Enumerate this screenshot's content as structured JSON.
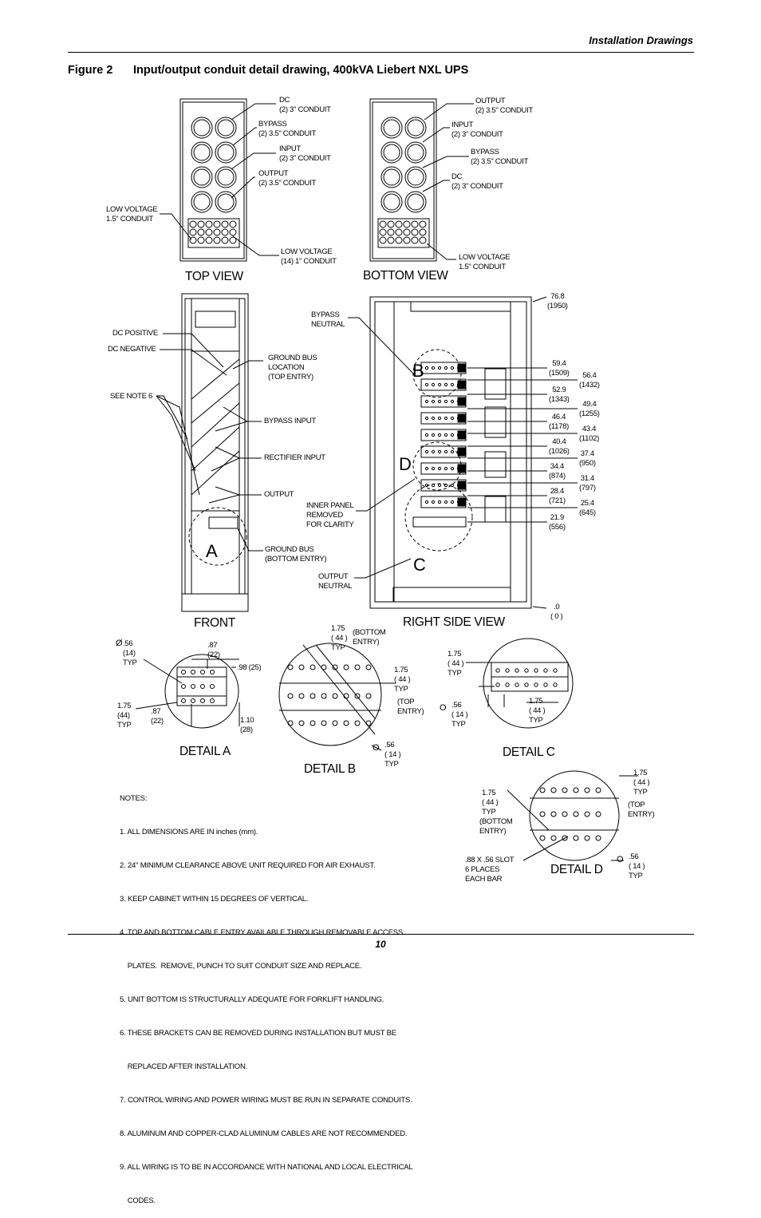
{
  "header": {
    "section": "Installation Drawings"
  },
  "figure": {
    "number": "Figure 2",
    "title": "Input/output conduit detail drawing, 400kVA Liebert NXL UPS"
  },
  "views": {
    "top": "TOP VIEW",
    "bottom": "BOTTOM VIEW",
    "front": "FRONT",
    "right": "RIGHT SIDE VIEW"
  },
  "detail_letters": {
    "a": "A",
    "b": "B",
    "c": "C",
    "d": "D"
  },
  "top_view_labels": {
    "dc": "DC\n(2) 3\" CONDUIT",
    "bypass": "BYPASS\n(2) 3.5\" CONDUIT",
    "input": "INPUT\n(2) 3\" CONDUIT",
    "output": "OUTPUT\n(2) 3.5\" CONDUIT",
    "low_voltage_left": "LOW VOLTAGE\n1.5\" CONDUIT",
    "low_voltage_bottom": "LOW VOLTAGE\n(14) 1\" CONDUIT"
  },
  "bottom_view_labels": {
    "output": "OUTPUT\n(2) 3.5\" CONDUIT",
    "input": "INPUT\n(2) 3\" CONDUIT",
    "bypass": "BYPASS\n(2) 3.5\" CONDUIT",
    "dc": "DC\n(2) 3\" CONDUIT",
    "low_voltage": "LOW VOLTAGE\n1.5\" CONDUIT"
  },
  "front_labels": {
    "dc_positive": "DC POSITIVE",
    "dc_negative": "DC NEGATIVE",
    "see_note": "SEE NOTE 6",
    "ground_bus_top": "GROUND BUS\nLOCATION\n(TOP ENTRY)",
    "bypass_input": "BYPASS INPUT",
    "rectifier_input": "RECTIFIER INPUT",
    "output": "OUTPUT",
    "ground_bus_bottom": "GROUND BUS\n(BOTTOM ENTRY)"
  },
  "side_labels": {
    "bypass_neutral": "BYPASS\nNEUTRAL",
    "inner_panel": "INNER PANEL\nREMOVED\nFOR CLARITY",
    "output_neutral": "OUTPUT\nNEUTRAL"
  },
  "dimensions_left": [
    "59.4\n(1509)",
    "52.9\n(1343)",
    "46.4\n(1178)",
    "40.4\n(1026)",
    "34.4\n(874)",
    "28.4\n(721)",
    "21.9\n(556)"
  ],
  "dimensions_right": [
    "76.8\n(1950)",
    "56.4\n(1432)",
    "49.4\n(1255)",
    "43.4\n(1102)",
    "37.4\n(950)",
    "31.4\n(797)",
    "25.4\n(645)",
    ".0\n( 0 )"
  ],
  "detail_a": {
    "title": "DETAIL A",
    "dia": "Ø",
    "d056": ".56\n(14)\nTYP",
    "d087top": ".87\n(22)",
    "d098": ".98 (25)",
    "d175": "1.75\n(44)\nTYP",
    "d087bot": ".87\n(22)",
    "d110": "1.10\n(28)"
  },
  "detail_b": {
    "title": "DETAIL B",
    "d175a": "1.75\n( 44 )\nTYP",
    "bottom_entry": "(BOTTOM\nENTRY)",
    "d175b": "1.75\n( 44 )\nTYP",
    "top_entry": "(TOP\nENTRY)",
    "o": "O",
    "d056": ".56\n( 14 )\nTYP"
  },
  "detail_c": {
    "title": "DETAIL C",
    "d175a": "1.75\n( 44 )\nTYP",
    "o": "O",
    "d056": ".56\n( 14 )\nTYP",
    "d175b": "1.75\n( 44 )\nTYP"
  },
  "detail_d": {
    "title": "DETAIL D",
    "d175a": "1.75\n( 44 )\nTYP",
    "bottom_entry": "(BOTTOM\nENTRY)",
    "slot": ".88 X .56 SLOT\n6 PLACES\nEACH BAR",
    "d175b": "1.75\n( 44 )\nTYP",
    "top_entry": "(TOP\nENTRY)",
    "o": "O",
    "d056": ".56\n( 14 )\nTYP"
  },
  "notes": [
    "NOTES:",
    "1. ALL DIMENSIONS ARE IN inches (mm).",
    "2. 24\" MINIMUM CLEARANCE ABOVE UNIT REQUIRED FOR AIR EXHAUST.",
    "3. KEEP CABINET WITHIN 15 DEGREES OF VERTICAL.",
    "4. TOP AND BOTTOM CABLE ENTRY AVAILABLE THROUGH REMOVABLE ACCESS",
    "    PLATES.  REMOVE, PUNCH TO SUIT CONDUIT SIZE AND REPLACE.",
    "5. UNIT BOTTOM IS STRUCTURALLY ADEQUATE FOR FORKLIFT HANDLING.",
    "6. THESE BRACKETS CAN BE REMOVED DURING INSTALLATION BUT MUST BE",
    "    REPLACED AFTER INSTALLATION.",
    "7. CONTROL WIRING AND POWER WIRING MUST BE RUN IN SEPARATE CONDUITS.",
    "8. ALUMINUM AND COPPER-CLAD ALUMINUM CABLES ARE NOT RECOMMENDED.",
    "9. ALL WIRING IS TO BE IN ACCORDANCE WITH NATIONAL AND LOCAL ELECTRICAL",
    "    CODES."
  ],
  "footer": {
    "page": "10"
  }
}
